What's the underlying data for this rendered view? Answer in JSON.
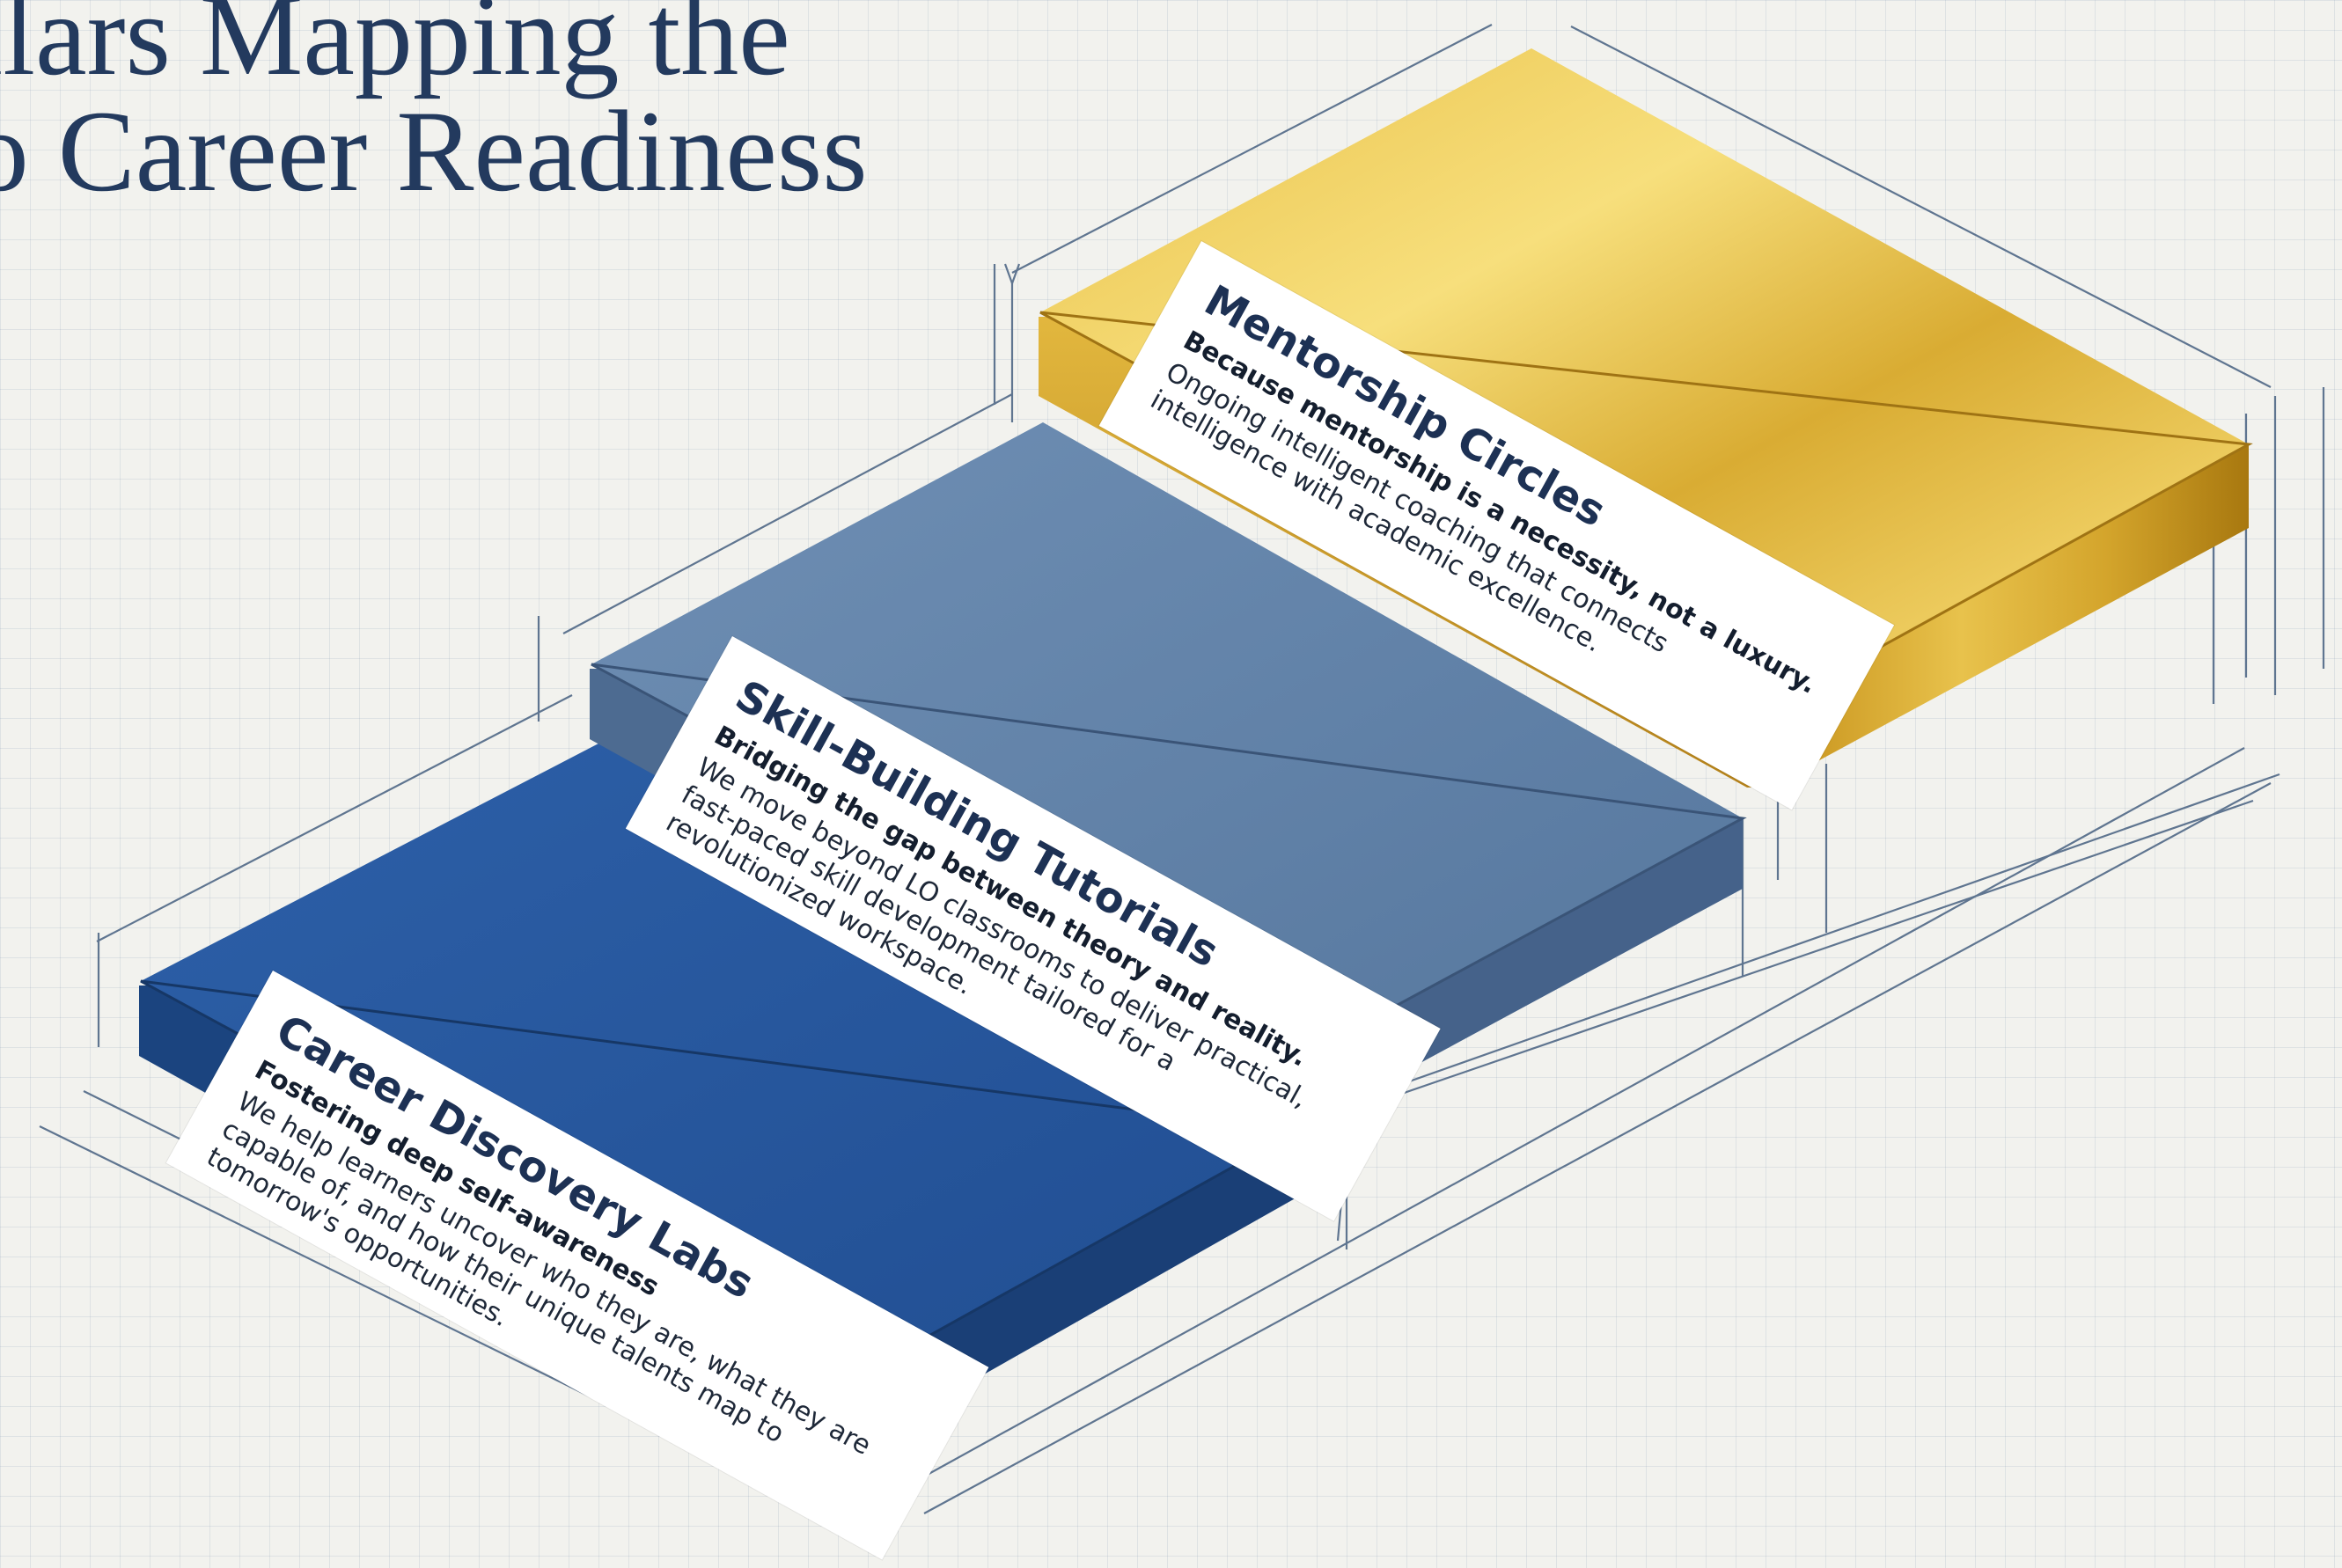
{
  "title": {
    "line1": "illars Mapping the",
    "line2": "to Career Readiness"
  },
  "pillars": [
    {
      "id": "career-discovery-labs",
      "heading": "Career Discovery Labs",
      "subheading": "Fostering deep self-awareness",
      "body": "We help learners uncover who they are, what they are capable of, and how their unique talents map to tomorrow's opportunities.",
      "color": "#2a5597"
    },
    {
      "id": "skill-building-tutorials",
      "heading": "Skill-Building Tutorials",
      "subheading": "Bridging the gap between theory and reality.",
      "body": "We move beyond LO classrooms to deliver practical, fast-paced skill development tailored for a revolutionized workspace.",
      "color": "#5d7ea5"
    },
    {
      "id": "mentorship-circles",
      "heading": "Mentorship Circles",
      "subheading": "Because mentorship is a necessity, not a luxury.",
      "body": "Ongoing intelligent coaching that connects intelligence with academic excellence.",
      "color": "#d4a82f"
    }
  ],
  "colors": {
    "title": "#233a5e",
    "dimension_lines": "#5f7590",
    "grid": "#c8d0dc",
    "background": "#f2f2ee"
  }
}
